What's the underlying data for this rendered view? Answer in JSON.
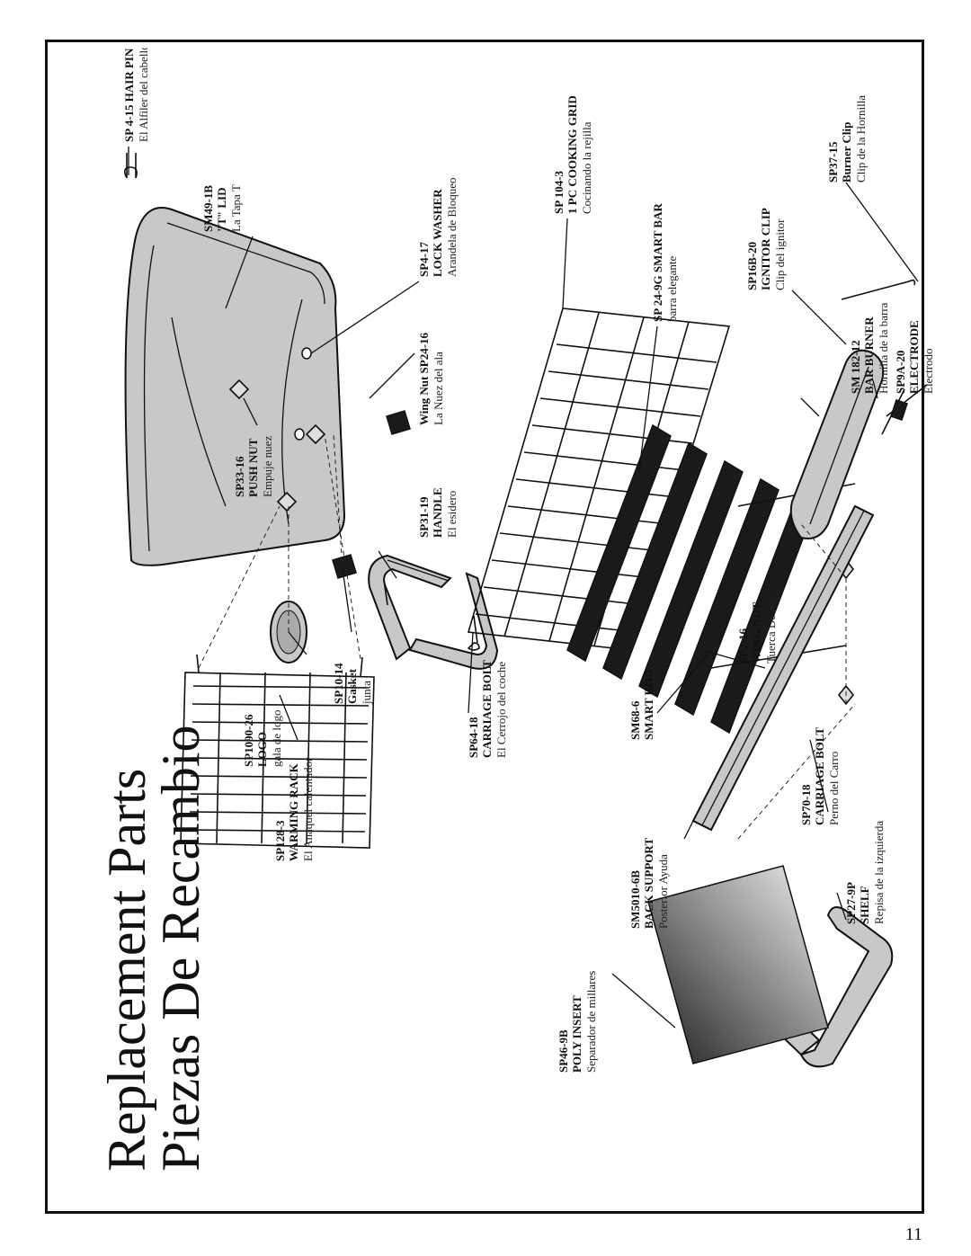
{
  "title_line1": "Replacement Parts",
  "title_line2": "Piezas De Recambio",
  "page_number": "11",
  "parts": [
    {
      "id": "sp4-15",
      "code": "SP 4-15 HAIR PIN",
      "name": "",
      "spanish": "El Alfiler del cabello"
    },
    {
      "id": "sm49-1b",
      "code": "SM49-1B",
      "name": "\"T\" LID",
      "spanish": "La Tapa T"
    },
    {
      "id": "sp4-17",
      "code": "SP4-17",
      "name": "LOCK WASHER",
      "spanish": "Arandela de Bloqueo"
    },
    {
      "id": "sp24-16",
      "code": "Wing Nut  SP24-16",
      "name": "",
      "spanish": "La Nuez del ala"
    },
    {
      "id": "sp33-16",
      "code": "SP33-16",
      "name": "PUSH NUT",
      "spanish": "Empuje nuez"
    },
    {
      "id": "sp31-19",
      "code": "SP31-19",
      "name": "HANDLE",
      "spanish": "El esidero"
    },
    {
      "id": "sp1090-26",
      "code": "SP1090-26",
      "name": "LOGO",
      "spanish": "gala de logo"
    },
    {
      "id": "sp10-14",
      "code": "SP10-14",
      "name": "Gasket",
      "spanish": "junta"
    },
    {
      "id": "sp64-18",
      "code": "SP64-18",
      "name": "CARRIAGE BOLT",
      "spanish": "El Cerrojo del coche"
    },
    {
      "id": "sp128-3",
      "code": "SP128-3",
      "name": "WARMING RACK",
      "spanish": "El Anaquel calentador"
    },
    {
      "id": "sp104-3",
      "code": "SP 104-3",
      "name": "1 PC COOKING GRID",
      "spanish": "Cocinando la rejilla"
    },
    {
      "id": "sp24-9g",
      "code": "SP 24-9G SMART BAR",
      "name": "",
      "spanish": "barra elegante"
    },
    {
      "id": "sm68-6",
      "code": "SM68-6",
      "name": "SMART ROD",
      "spanish": ""
    },
    {
      "id": "sp2-16",
      "code": "SP2-16",
      "name": "WING NUT",
      "spanish": "Tuerca De Ala"
    },
    {
      "id": "sp37-15",
      "code": "SP37-15",
      "name": "Burner Clip",
      "spanish": "Clip de la Hornilla"
    },
    {
      "id": "sp16b-20",
      "code": "SP16B-20",
      "name": "IGNITOR CLIP",
      "spanish": "Clip del ignitor"
    },
    {
      "id": "sm182-12",
      "code": "SM 182-12",
      "name": "BAR BURNER",
      "spanish": "Hornilla de la barra"
    },
    {
      "id": "sp9a-20",
      "code": "SP9A-20",
      "name": "ELECTRODE",
      "spanish": "Electrodo"
    },
    {
      "id": "sm5010-6b",
      "code": "SM5010-6B",
      "name": "BACK SUPPORT",
      "spanish": "Posterior Ayuda"
    },
    {
      "id": "sp70-18",
      "code": "SP70-18",
      "name": "CARRIAGE BOLT",
      "spanish": "Perno del Carro"
    },
    {
      "id": "sp46-9b",
      "code": "SP46-9B",
      "name": "POLY INSERT",
      "spanish": "Separador de millares"
    },
    {
      "id": "sp27-9p",
      "code": "SP27-9P",
      "name": "SHELF",
      "spanish": "Repisa de la izquierda"
    }
  ]
}
